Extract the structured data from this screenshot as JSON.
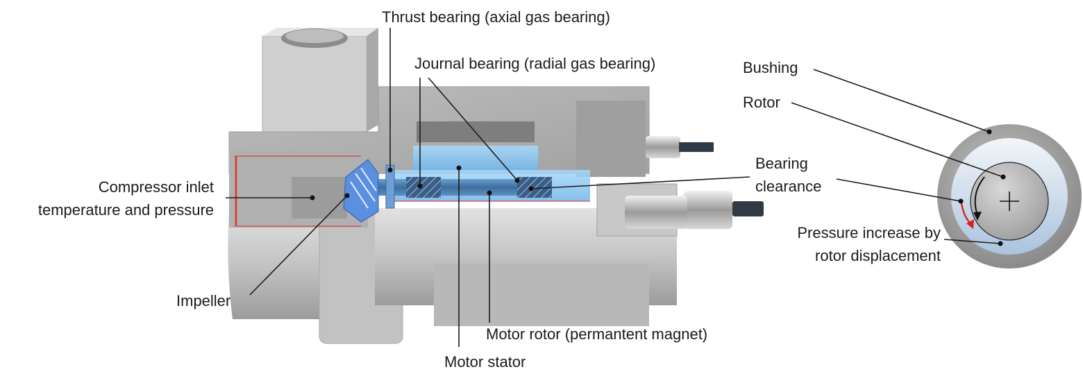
{
  "labels": {
    "thrust_bearing": "Thrust bearing (axial gas bearing)",
    "journal_bearing": "Journal bearing (radial gas bearing)",
    "compressor_inlet_line1": "Compressor inlet",
    "compressor_inlet_line2": "temperature and pressure",
    "impeller": "Impeller",
    "motor_rotor": "Motor rotor (permantent magnet)",
    "motor_stator": "Motor stator",
    "bushing": "Bushing",
    "rotor": "Rotor",
    "bearing_clearance_line1": "Bearing",
    "bearing_clearance_line2": "clearance",
    "pressure_increase_line1": "Pressure increase by",
    "pressure_increase_line2": "rotor displacement"
  },
  "colors": {
    "housing_light": "#d3d3d3",
    "housing_mid": "#b5b5b5",
    "housing_dark": "#8c8c8c",
    "cut_face": "#a8a8a8",
    "motor_blue": "#8cc8f0",
    "impeller_blue": "#5b8fe0",
    "hot_edge_red": "#e03030",
    "line": "#1a1a1a",
    "bushing_outer": "#9a9a9a",
    "clearance_gap": "#c9d9ea",
    "rotor_disk": "#bdbdbd",
    "arrow_red": "#d62020"
  }
}
